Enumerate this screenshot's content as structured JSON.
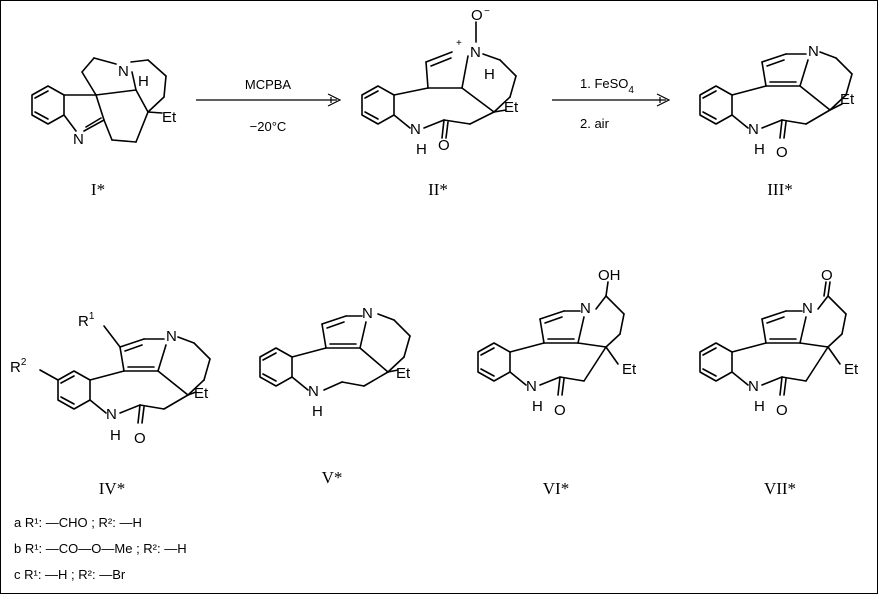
{
  "reaction1": {
    "reagent": "MCPBA",
    "condition": "−20°C"
  },
  "reaction2": {
    "step1": "1. FeSO",
    "step1_sub": "4",
    "step2": "2. air"
  },
  "atoms": {
    "N": "N",
    "H": "H",
    "O": "O",
    "OH": "OH",
    "Et": "Et",
    "plus": "+",
    "minus": "−",
    "R1": "R",
    "R2": "R",
    "sup1": "1",
    "sup2": "2"
  },
  "compounds": {
    "c1": "I*",
    "c2": "II*",
    "c3": "III*",
    "c4": "IV*",
    "c5": "V*",
    "c6": "VI*",
    "c7": "VII*"
  },
  "legend": [
    "a R¹: —CHO ; R²: —H",
    "b R¹: —CO—O—Me ; R²: —H",
    "c R¹: —H ; R²: —Br"
  ]
}
